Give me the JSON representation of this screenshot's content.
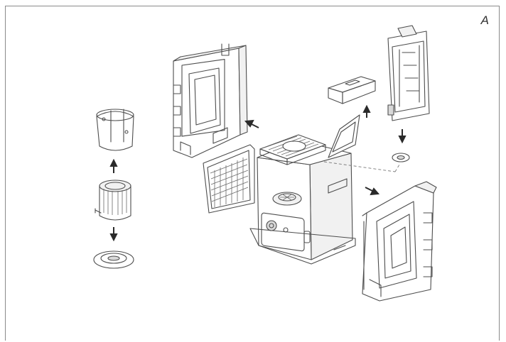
{
  "figure": {
    "corner_label": "A"
  },
  "parts": [
    "left-side-panel",
    "front-door",
    "heater-body",
    "top-grille",
    "tank-cover",
    "small-top-part",
    "fuel-tank",
    "tank-cap",
    "right-side-panel",
    "burner-chimney",
    "burner-assembly",
    "burner-base-ring"
  ],
  "colors": {
    "line": "#4d4d4d",
    "arrow": "#2a2a2a",
    "frame": "#8a8a8a",
    "background": "#ffffff"
  }
}
